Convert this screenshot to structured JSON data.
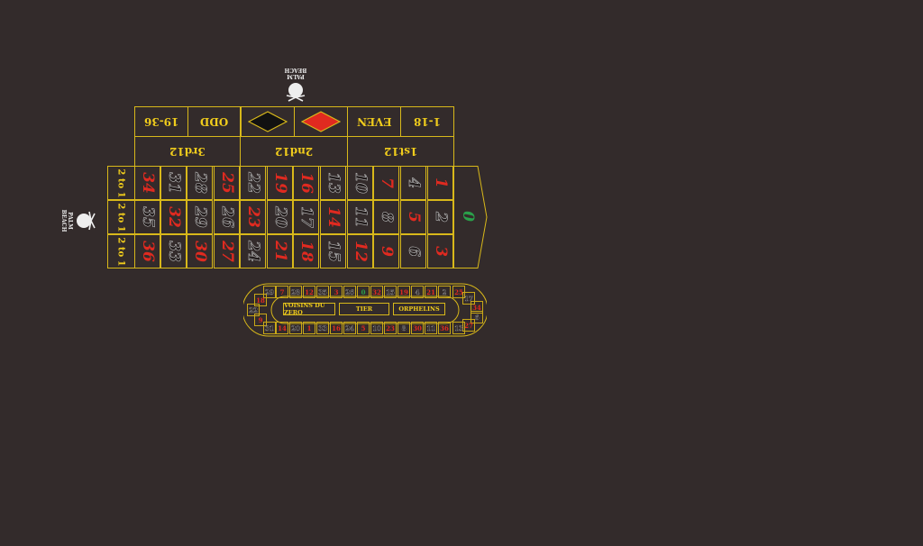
{
  "logo": {
    "text": "PALM BEACH"
  },
  "outside_bets": {
    "odd": "ODD",
    "high": "19-36",
    "even": "EVEN",
    "low": "1-18",
    "dozen_1": "1st12",
    "dozen_2": "2nd12",
    "dozen_3": "3rd12"
  },
  "zero": "0",
  "column_label": "2 to 1",
  "grid": {
    "top_row": [
      [
        "34",
        "red"
      ],
      [
        "31",
        "black"
      ],
      [
        "28",
        "black"
      ],
      [
        "25",
        "red"
      ],
      [
        "22",
        "black"
      ],
      [
        "19",
        "red"
      ],
      [
        "16",
        "red"
      ],
      [
        "13",
        "black"
      ],
      [
        "10",
        "black"
      ],
      [
        "7",
        "red"
      ],
      [
        "4",
        "black"
      ],
      [
        "1",
        "red"
      ]
    ],
    "middle_row": [
      [
        "35",
        "black"
      ],
      [
        "32",
        "red"
      ],
      [
        "29",
        "black"
      ],
      [
        "26",
        "black"
      ],
      [
        "23",
        "red"
      ],
      [
        "20",
        "black"
      ],
      [
        "17",
        "black"
      ],
      [
        "14",
        "red"
      ],
      [
        "11",
        "black"
      ],
      [
        "8",
        "black"
      ],
      [
        "5",
        "red"
      ],
      [
        "2",
        "black"
      ]
    ],
    "bottom_row": [
      [
        "36",
        "red"
      ],
      [
        "33",
        "black"
      ],
      [
        "30",
        "red"
      ],
      [
        "27",
        "red"
      ],
      [
        "24",
        "black"
      ],
      [
        "21",
        "red"
      ],
      [
        "18",
        "red"
      ],
      [
        "15",
        "black"
      ],
      [
        "12",
        "red"
      ],
      [
        "9",
        "red"
      ],
      [
        "6",
        "black"
      ],
      [
        "3",
        "red"
      ]
    ]
  },
  "racetrack": {
    "top": [
      [
        "7",
        "red"
      ],
      [
        "28",
        "black"
      ],
      [
        "12",
        "red"
      ],
      [
        "35",
        "black"
      ],
      [
        "3",
        "red"
      ],
      [
        "26",
        "black"
      ],
      [
        "0",
        "green"
      ],
      [
        "32",
        "red"
      ],
      [
        "15",
        "black"
      ],
      [
        "19",
        "red"
      ],
      [
        "4",
        "black"
      ],
      [
        "21",
        "red"
      ],
      [
        "2",
        "black"
      ]
    ],
    "bottom": [
      [
        "14",
        "red"
      ],
      [
        "20",
        "black"
      ],
      [
        "1",
        "red"
      ],
      [
        "33",
        "black"
      ],
      [
        "16",
        "red"
      ],
      [
        "24",
        "black"
      ],
      [
        "5",
        "red"
      ],
      [
        "10",
        "black"
      ],
      [
        "23",
        "red"
      ],
      [
        "8",
        "black"
      ],
      [
        "30",
        "red"
      ],
      [
        "11",
        "black"
      ],
      [
        "36",
        "red"
      ]
    ],
    "left": [
      [
        "29",
        "black"
      ],
      [
        "18",
        "red"
      ],
      [
        "22",
        "black"
      ],
      [
        "9",
        "red"
      ],
      [
        "31",
        "black"
      ]
    ],
    "right": [
      [
        "25",
        "red"
      ],
      [
        "17",
        "black"
      ],
      [
        "34",
        "red"
      ],
      [
        "6",
        "black"
      ],
      [
        "27",
        "red"
      ],
      [
        "13",
        "black"
      ]
    ],
    "bets": {
      "voisins": "VOISINS DU ZERO",
      "tier": "TIER",
      "orphelins": "ORPHELINS"
    }
  },
  "colors": {
    "background": "#332b2b",
    "gold": "#d8b81a",
    "red": "#e02a20",
    "green": "#2aa04a"
  }
}
